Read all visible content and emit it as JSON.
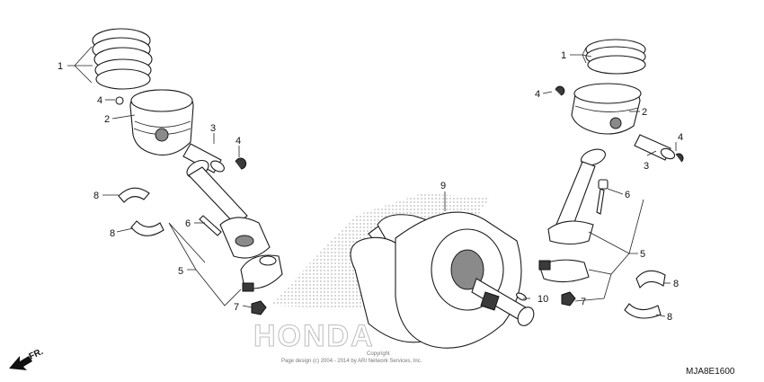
{
  "callouts": {
    "l1": "1",
    "l2": "2",
    "l3": "3",
    "l4a": "4",
    "l4b": "4",
    "l6": "6",
    "l5": "5",
    "l7": "7",
    "l8a": "8",
    "l8b": "8",
    "l9": "9",
    "l10": "10",
    "r1": "1",
    "r2": "2",
    "r3": "3",
    "r4a": "4",
    "r4b": "4",
    "r6": "6",
    "r5": "5",
    "r7": "7",
    "r8a": "8",
    "r8b": "8"
  },
  "watermark": {
    "brand": "HONDA",
    "copyright_label": "Copyright",
    "copyright_text": "Page design (c) 2004 - 2014 by ARI Network Services, Inc."
  },
  "diagram_code": "MJA8E1600",
  "direction_label": "FR."
}
